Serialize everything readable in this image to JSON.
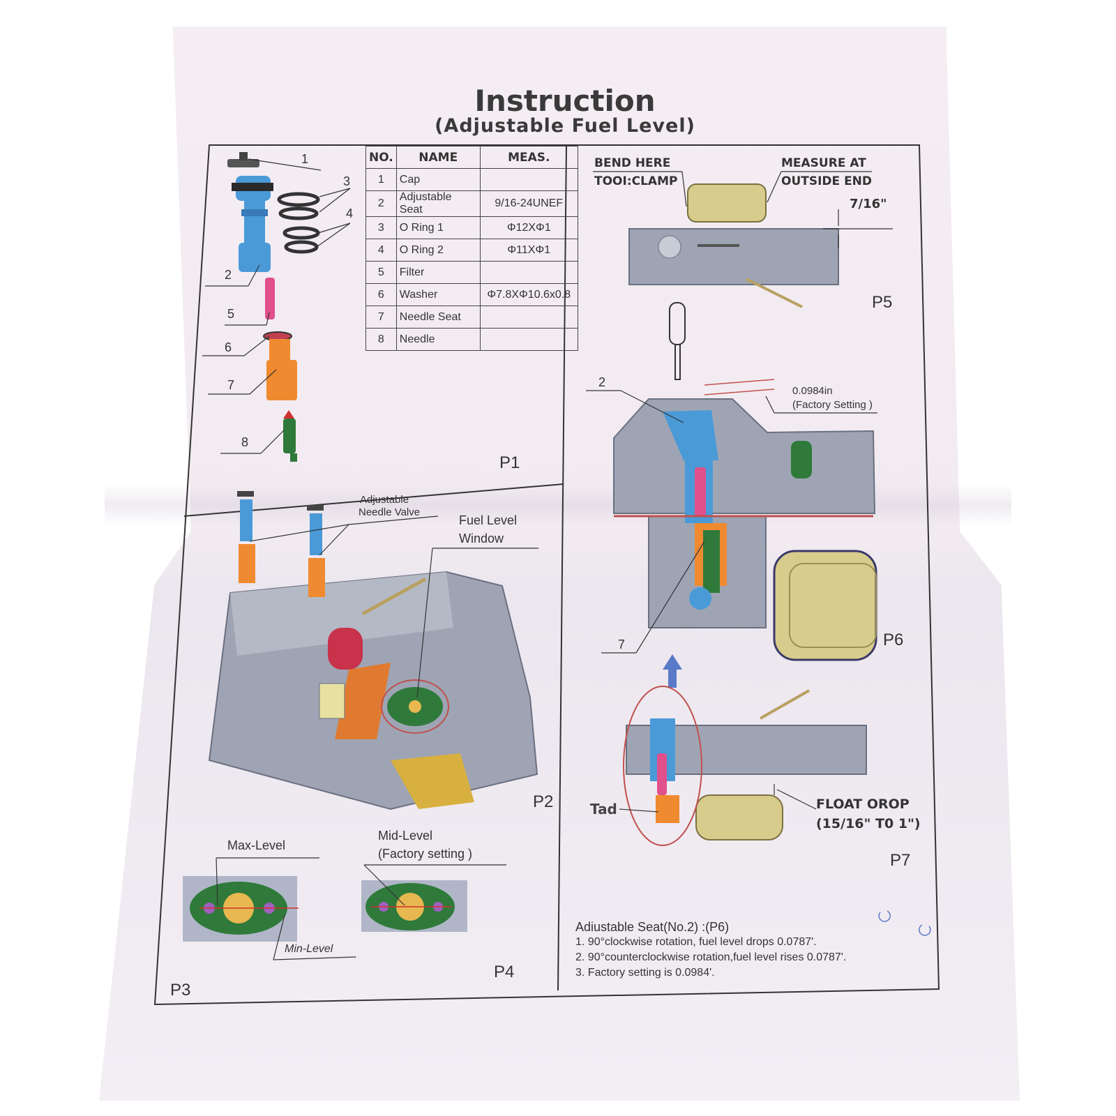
{
  "title": "Instruction",
  "subtitle": "(Adjustable Fuel Level)",
  "parts_table": {
    "headers": [
      "NO.",
      "NAME",
      "MEAS."
    ],
    "rows": [
      {
        "no": "1",
        "name": "Cap",
        "meas": ""
      },
      {
        "no": "2",
        "name": "Adjustable Seat",
        "meas": "9/16-24UNEF"
      },
      {
        "no": "3",
        "name": "O Ring 1",
        "meas": "Φ12XΦ1"
      },
      {
        "no": "4",
        "name": "O Ring 2",
        "meas": "Φ11XΦ1"
      },
      {
        "no": "5",
        "name": "Filter",
        "meas": ""
      },
      {
        "no": "6",
        "name": "Washer",
        "meas": "Φ7.8XΦ10.6x0.8"
      },
      {
        "no": "7",
        "name": "Needle Seat",
        "meas": ""
      },
      {
        "no": "8",
        "name": "Needle",
        "meas": ""
      }
    ]
  },
  "p1": {
    "label": "P1",
    "callouts": [
      "1",
      "3",
      "4",
      "2",
      "5",
      "6",
      "7",
      "8"
    ]
  },
  "p2": {
    "label": "P2",
    "needle_valve": "Adjustable",
    "needle_valve_2": "Needle Valve",
    "fuel_window": "Fuel Level",
    "fuel_window_2": "Window"
  },
  "p3": {
    "label": "P3",
    "max_level": "Max-Level",
    "min_level": "Min-Level"
  },
  "p4": {
    "label": "P4",
    "mid_level": "Mid-Level",
    "mid_level_2": "(Factory setting )"
  },
  "p5": {
    "label": "P5",
    "bend_here": "BEND HERE",
    "tool": "TOOI:CLAMP",
    "measure_at": "MEASURE AT",
    "outside_end": "OUTSIDE END",
    "dimension": "7/16\""
  },
  "p6": {
    "label": "P6",
    "callout_2": "2",
    "callout_7": "7",
    "setting": "0.0984in",
    "setting_2": "(Factory Setting )"
  },
  "p7": {
    "label": "P7",
    "tad": "Tad",
    "float_drop": "FLOAT OROP",
    "float_range": "(15/16\"  T0 1\")"
  },
  "notes": {
    "heading": "Adiustable Seat(No.2) :(P6)",
    "line1": "1. 90°clockwise rotation, fuel level drops 0.0787'.",
    "line2": "2. 90°counterclockwise rotation,fuel level rises 0.0787'.",
    "line3": "3. Factory setting is 0.0984'."
  },
  "colors": {
    "paper": "#f3eef4",
    "part_blue": "#4a9ad8",
    "part_orange": "#f08a30",
    "part_green": "#2f7a3a",
    "part_pink": "#e0508a",
    "body_gray": "#9ea4b4",
    "float_yellow": "#d8cc8c",
    "highlight_red": "#c0504d"
  }
}
